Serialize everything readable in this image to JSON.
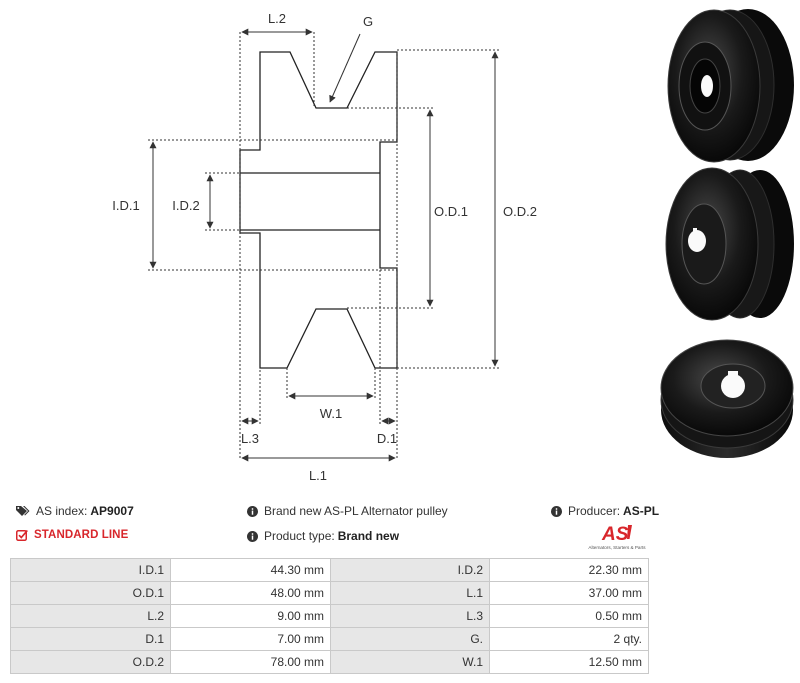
{
  "diagram": {
    "labels": {
      "l2": "L.2",
      "g": "G",
      "id1": "I.D.1",
      "id2": "I.D.2",
      "od1": "O.D.1",
      "od2": "O.D.2",
      "w1": "W.1",
      "l3": "L.3",
      "d1": "D.1",
      "l1": "L.1"
    }
  },
  "info": {
    "as_index_label": "AS index:",
    "as_index_value": "AP9007",
    "description": "Brand new AS-PL Alternator pulley",
    "producer_label": "Producer:",
    "producer_value": "AS-PL",
    "standard_line": "STANDARD LINE",
    "product_type_label": "Product type:",
    "product_type_value": "Brand new"
  },
  "logo": {
    "mark": "AS",
    "tagline": "Alternators, Starters & Parts",
    "color": "#d8262b"
  },
  "specs": [
    [
      {
        "k": "I.D.1",
        "v": "44.30 mm"
      },
      {
        "k": "I.D.2",
        "v": "22.30 mm"
      }
    ],
    [
      {
        "k": "O.D.1",
        "v": "48.00 mm"
      },
      {
        "k": "L.1",
        "v": "37.00 mm"
      }
    ],
    [
      {
        "k": "L.2",
        "v": "9.00 mm"
      },
      {
        "k": "L.3",
        "v": "0.50 mm"
      }
    ],
    [
      {
        "k": "D.1",
        "v": "7.00 mm"
      },
      {
        "k": "G.",
        "v": "2 qty."
      }
    ],
    [
      {
        "k": "O.D.2",
        "v": "78.00 mm"
      },
      {
        "k": "W.1",
        "v": "12.50 mm"
      }
    ]
  ]
}
